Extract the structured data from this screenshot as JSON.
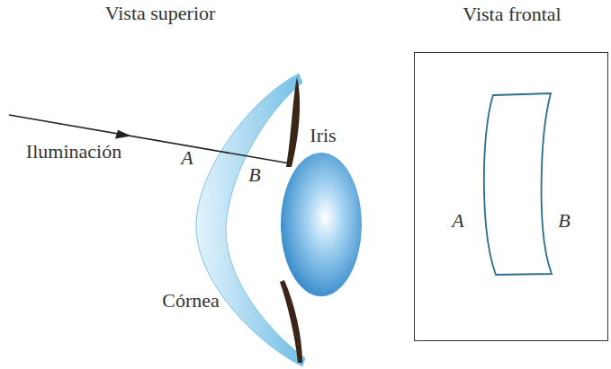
{
  "diagram": {
    "nodes": [
      {
        "text": [
          "Vista frontal",
          "A",
          "B"
        ]
      }
    ],
    "labels": [
      "Vista superior",
      "Iluminación",
      "A",
      "B",
      "Iris",
      "Córnea"
    ]
  }
}
